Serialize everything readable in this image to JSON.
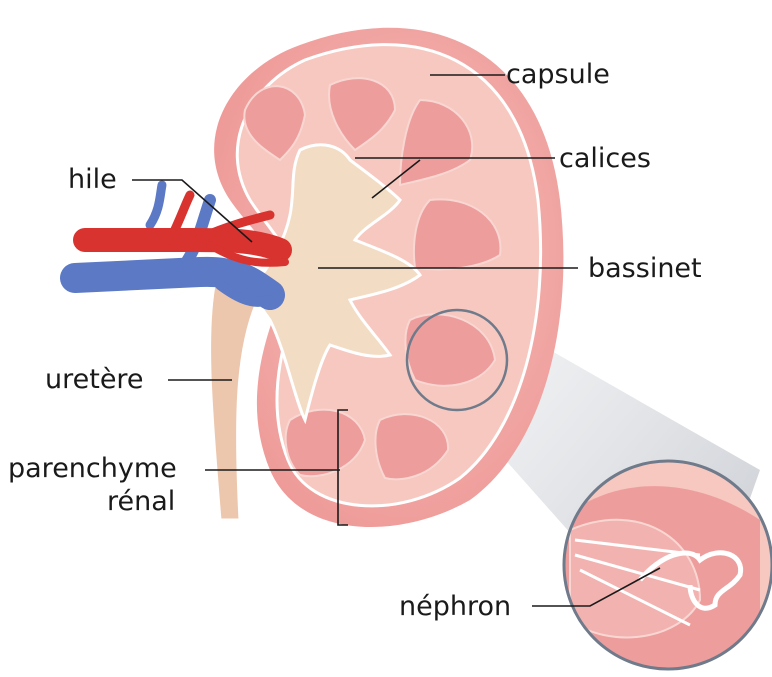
{
  "labels": {
    "capsule": "capsule",
    "calices": "calices",
    "hile": "hile",
    "bassinet": "bassinet",
    "uretere": "uretère",
    "parenchyme_line1": "parenchyme",
    "parenchyme_line2": "rénal",
    "nephron": "néphron"
  },
  "colors": {
    "capsule": "#f2a7a4",
    "cortex": "#f6c8c0",
    "pyramid": "#ee9d9d",
    "pelvis": "#f3dcc4",
    "artery": "#d8332f",
    "vein": "#5b79c4",
    "ureter": "#ecc7ad",
    "zoom_cone": "#c7cbd2"
  }
}
